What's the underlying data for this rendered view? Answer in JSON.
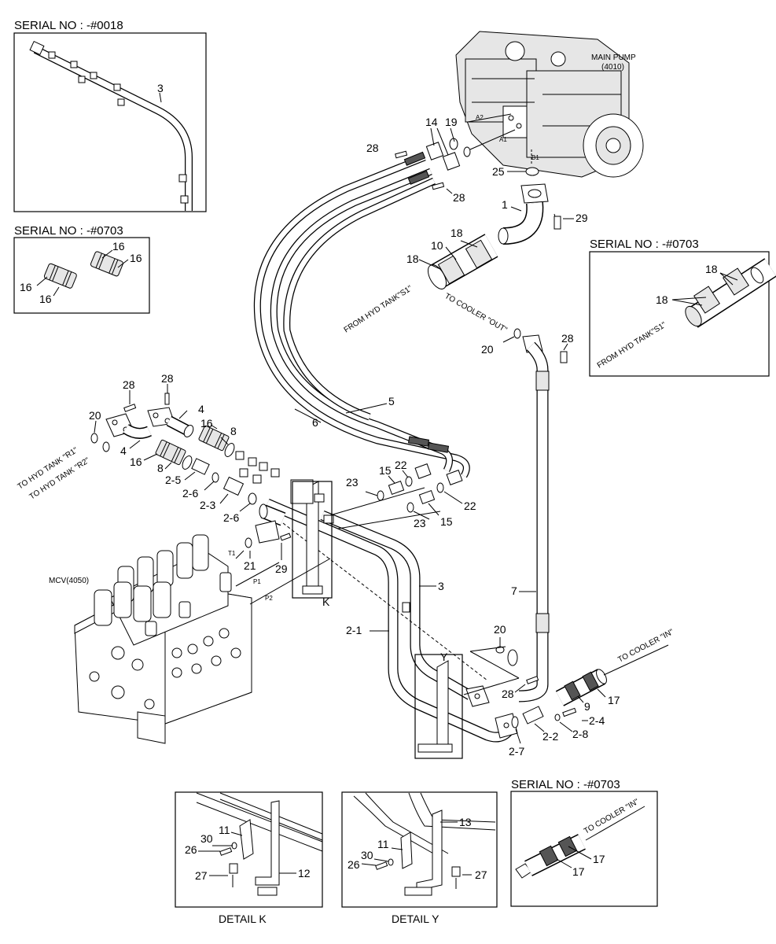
{
  "serial_labels": {
    "top_left": "SERIAL NO : -#0018",
    "mid_left": "SERIAL NO : -#0703",
    "right": "SERIAL NO : -#0703",
    "bottom_right": "SERIAL NO : -#0703"
  },
  "components": {
    "main_pump_line1": "MAIN PUMP",
    "main_pump_line2": "(4010)",
    "mcv": "MCV(4050)"
  },
  "port_labels": {
    "a2": "A2",
    "a1": "A1",
    "b1": "B1",
    "t1": "T1",
    "p1": "P1",
    "p2": "P2"
  },
  "route_labels": {
    "from_hyd_tank": "FROM HYD TANK\"S1\"",
    "from_hyd_tank_right": "FROM HYD TANK\"S1\"",
    "to_cooler_out": "TO COOLER \"OUT\"",
    "to_cooler_in": "TO COOLER \"IN\"",
    "to_cooler_in_bottom": "TO COOLER \"IN\"",
    "to_hyd_tank_r1": "TO HYD TANK \"R1\"",
    "to_hyd_tank_r2": "TO HYD TANK \"R2\""
  },
  "detail_labels": {
    "k": "K",
    "y": "Y",
    "detail_k": "DETAIL K",
    "detail_y": "DETAIL Y"
  },
  "callouts": {
    "c3_tl": "3",
    "c16_a": "16",
    "c16_b": "16",
    "c16_c": "16",
    "c16_d": "16",
    "c14": "14",
    "c19": "19",
    "c28_a": "28",
    "c28_b": "28",
    "c25": "25",
    "c1": "1",
    "c29_a": "29",
    "c18_a": "18",
    "c10": "10",
    "c18_b": "18",
    "c18_r1": "18",
    "c18_r2": "18",
    "c20_a": "20",
    "c28_c": "28",
    "c28_d": "28",
    "c28_e": "28",
    "c20_b": "20",
    "c4_a": "4",
    "c16_e": "16",
    "c8_a": "8",
    "c4_b": "4",
    "c16_f": "16",
    "c8_b": "8",
    "c2_5": "2-5",
    "c2_6a": "2-6",
    "c2_3": "2-3",
    "c2_6b": "2-6",
    "c5": "5",
    "c6": "6",
    "c22_a": "22",
    "c15_a": "15",
    "c23_a": "23",
    "c15_b": "15",
    "c22_b": "22",
    "c23_b": "23",
    "c21": "21",
    "c29_b": "29",
    "c3_b": "3",
    "c2_1": "2-1",
    "c7": "7",
    "c20_c": "20",
    "c28_f": "28",
    "c9": "9",
    "c17_a": "17",
    "c2_4": "2-4",
    "c2_8": "2-8",
    "c2_2": "2-2",
    "c2_7": "2-7",
    "dk_11": "11",
    "dk_30": "30",
    "dk_26": "26",
    "dk_27": "27",
    "dk_12": "12",
    "dy_13": "13",
    "dy_11": "11",
    "dy_30": "30",
    "dy_26": "26",
    "dy_27": "27",
    "br_17a": "17",
    "br_17b": "17"
  },
  "colors": {
    "line": "#000000",
    "fill": "#ffffff",
    "shade": "#e6e6e6"
  }
}
